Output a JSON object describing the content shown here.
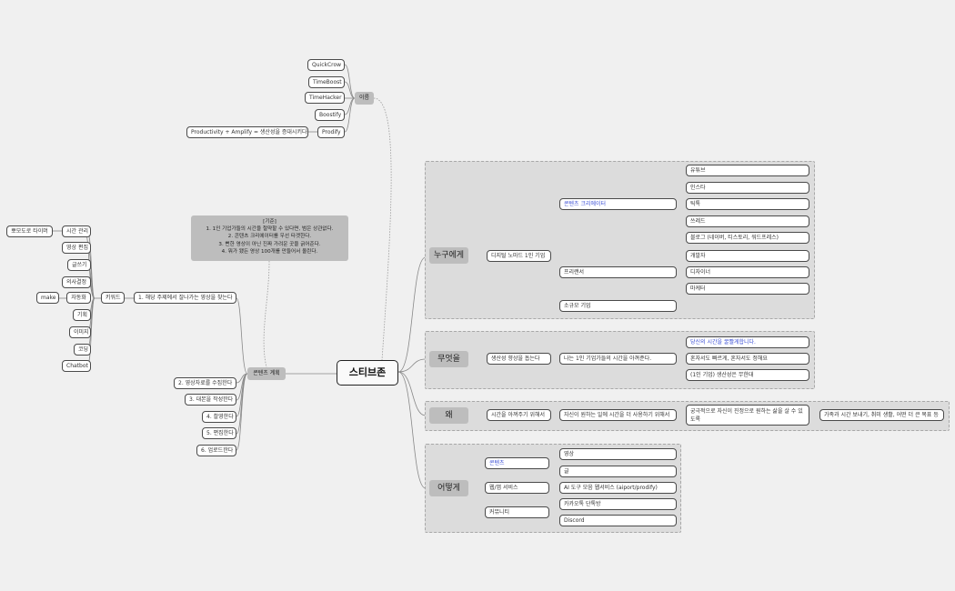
{
  "central": "스티브존",
  "name_branch": {
    "label": "이름",
    "items": [
      "QuickCrow",
      "TimeBoost",
      "TimeHacker",
      "Boostify",
      "Prodify"
    ],
    "prodify_note": "Productivity + Amplify = 생산성을 증대시키다"
  },
  "content_plan": {
    "label": "콘텐츠 계획",
    "criteria": {
      "lines": [
        "[기준]",
        "1. 1인 기업가들의 시간을 절약할 수 있다면, 범은 상관없다.",
        "2. 콘텐츠 크리에이터를 우선 타겟한다.",
        "3. 뻔한 영상이 아닌 진짜 가려운 곳을 긁어준다.",
        "4. 뭐가 됐든 영상 100개를 만들어서 올린다."
      ]
    },
    "step1": "1. 해당 주제에서 잘나가는 영상을 찾는다",
    "keyword_label": "키워드",
    "keywords": [
      "시간 관리",
      "영상 편집",
      "글쓰기",
      "의사결정",
      "자동화",
      "기획",
      "이미지",
      "코딩",
      "Chatbot"
    ],
    "pomodoro": "뽀모도로 타이머",
    "make": "make",
    "steps": [
      "2. 영상자료를 수집한다",
      "3. 대본을 작성한다",
      "4. 촬영한다",
      "5. 편집한다",
      "6. 업로드한다"
    ]
  },
  "who": {
    "label": "누구에게",
    "audience": "디지털 노마드 1인 기업",
    "creator": "콘텐츠 크리에이터",
    "creator_items": [
      "유튜브",
      "인스타",
      "틱톡",
      "쓰레드",
      "블로그 (네이버, 티스토리, 워드프레스)"
    ],
    "freelancer": "프리랜서",
    "freelancer_items": [
      "개발자",
      "디자이너",
      "마케터"
    ],
    "small_biz": "소규모 기업"
  },
  "what": {
    "label": "무엇을",
    "item": "생산성 향상을 돕는다",
    "statement": "나는 1인 기업가들의 시간을 아껴준다.",
    "options": [
      "당신의 시간을 꿀빨게합니다.",
      "혼자서도 빠르게, 혼자서도 정해요",
      "(1인 기업) 생산성은 무한대"
    ]
  },
  "why": {
    "label": "왜",
    "item": "시간을 아껴주기 위해서",
    "reason": "자신이 원하는 일에 시간을 더 사용하기 위해서",
    "ultimate": "궁극적으로 자신이 진정으로 원하는 삶을 살 수 있도록",
    "final": "가족과 시간 보내기, 취미 생활, 어떤 더 큰 목표 등"
  },
  "how": {
    "label": "어떻게",
    "content": "콘텐츠",
    "content_items": [
      "영상",
      "글"
    ],
    "webapp": "웹/앱 서비스",
    "webapp_item": "AI 도구 모음 웹서비스 (aiport/prodify)",
    "community": "커뮤니티",
    "community_items": [
      "카카오톡 단톡방",
      "Discord"
    ]
  }
}
